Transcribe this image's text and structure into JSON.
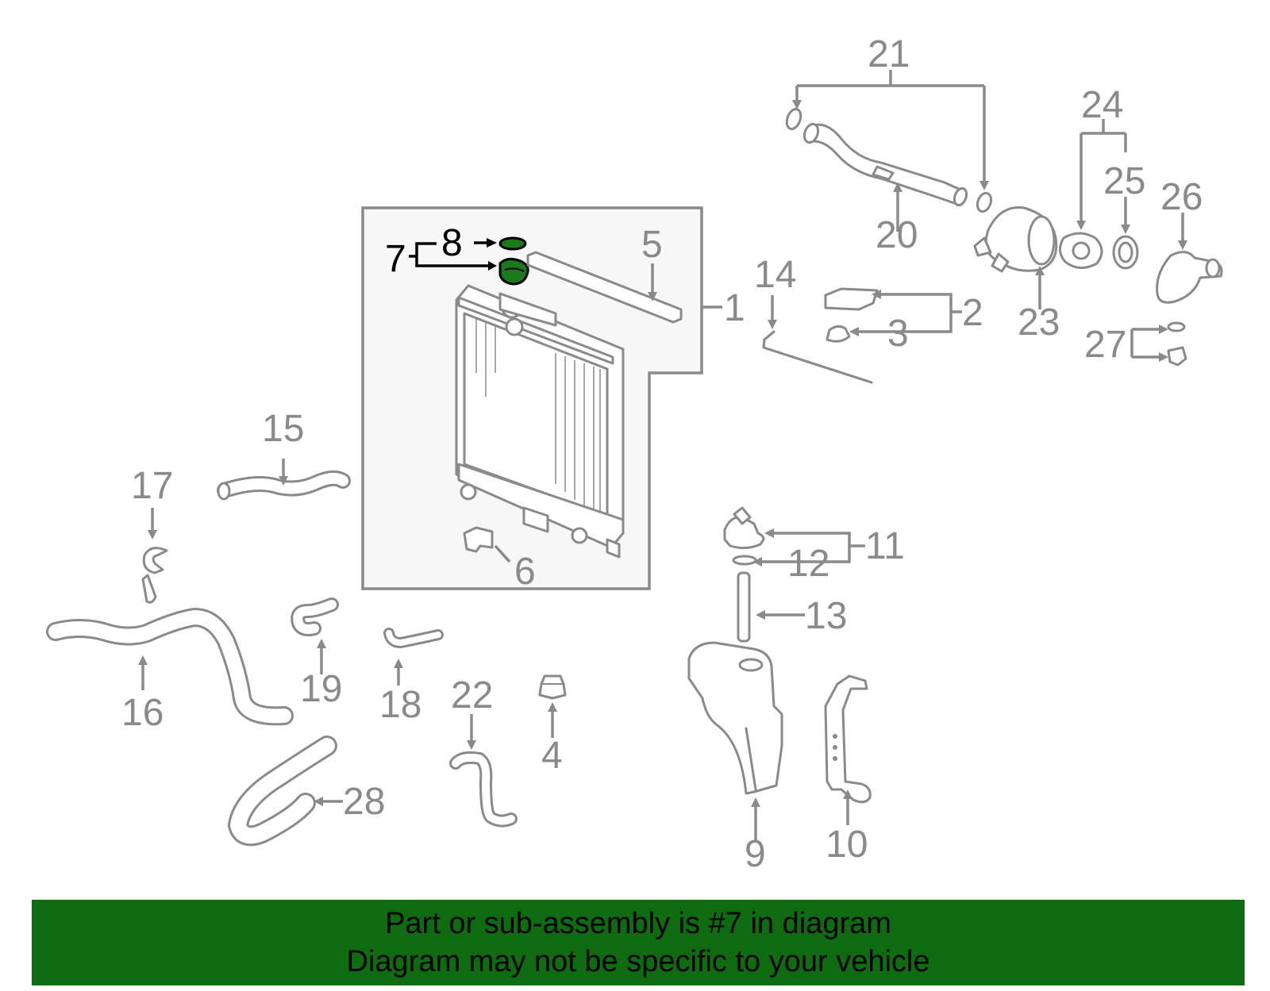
{
  "callouts": {
    "c1": "1",
    "c2": "2",
    "c3": "3",
    "c4": "4",
    "c5": "5",
    "c6": "6",
    "c7": "7",
    "c8": "8",
    "c9": "9",
    "c10": "10",
    "c11": "11",
    "c12": "12",
    "c13": "13",
    "c14": "14",
    "c15": "15",
    "c16": "16",
    "c17": "17",
    "c18": "18",
    "c19": "19",
    "c20": "20",
    "c21": "21",
    "c22": "22",
    "c23": "23",
    "c24": "24",
    "c25": "25",
    "c26": "26",
    "c27": "27",
    "c28": "28"
  },
  "highlight": {
    "part_number": "7",
    "color": "#1a7a1a"
  },
  "colors": {
    "line": "#8a8a8a",
    "banner": "#0f6b0f",
    "subframe_fill": "#f7f7f7"
  },
  "banner": {
    "line1": "Part or sub-assembly is #7 in diagram",
    "line2": "Diagram may not be specific to your vehicle"
  }
}
